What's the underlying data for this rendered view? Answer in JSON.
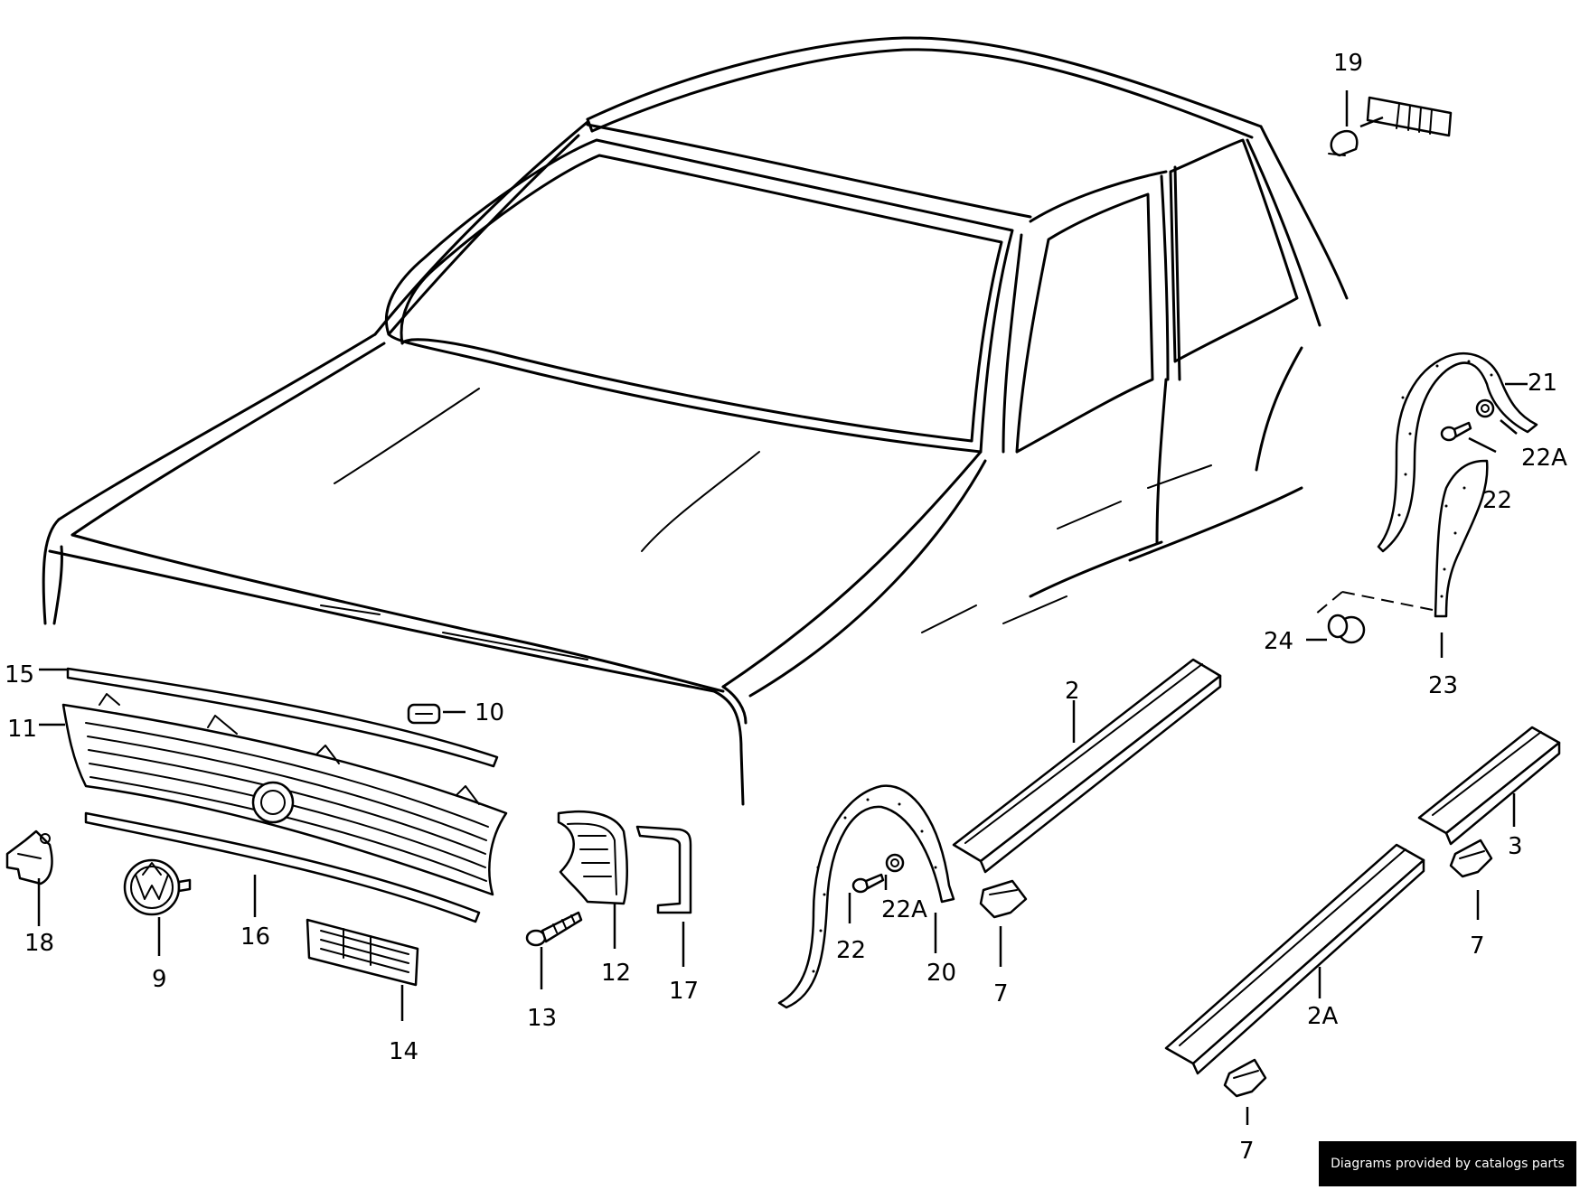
{
  "diagram": {
    "callouts": {
      "c2": "2",
      "c2a": "2A",
      "c3": "3",
      "c7a": "7",
      "c7b": "7",
      "c7c": "7",
      "c9": "9",
      "c10": "10",
      "c11": "11",
      "c12": "12",
      "c13": "13",
      "c14": "14",
      "c15": "15",
      "c16": "16",
      "c17": "17",
      "c18": "18",
      "c19": "19",
      "c20": "20",
      "c21": "21",
      "c22a": "22",
      "c22b": "22",
      "c22Aa": "22A",
      "c22Ab": "22A",
      "c23": "23",
      "c24": "24"
    }
  },
  "footer": {
    "credit": "Diagrams provided by catalogs parts"
  }
}
